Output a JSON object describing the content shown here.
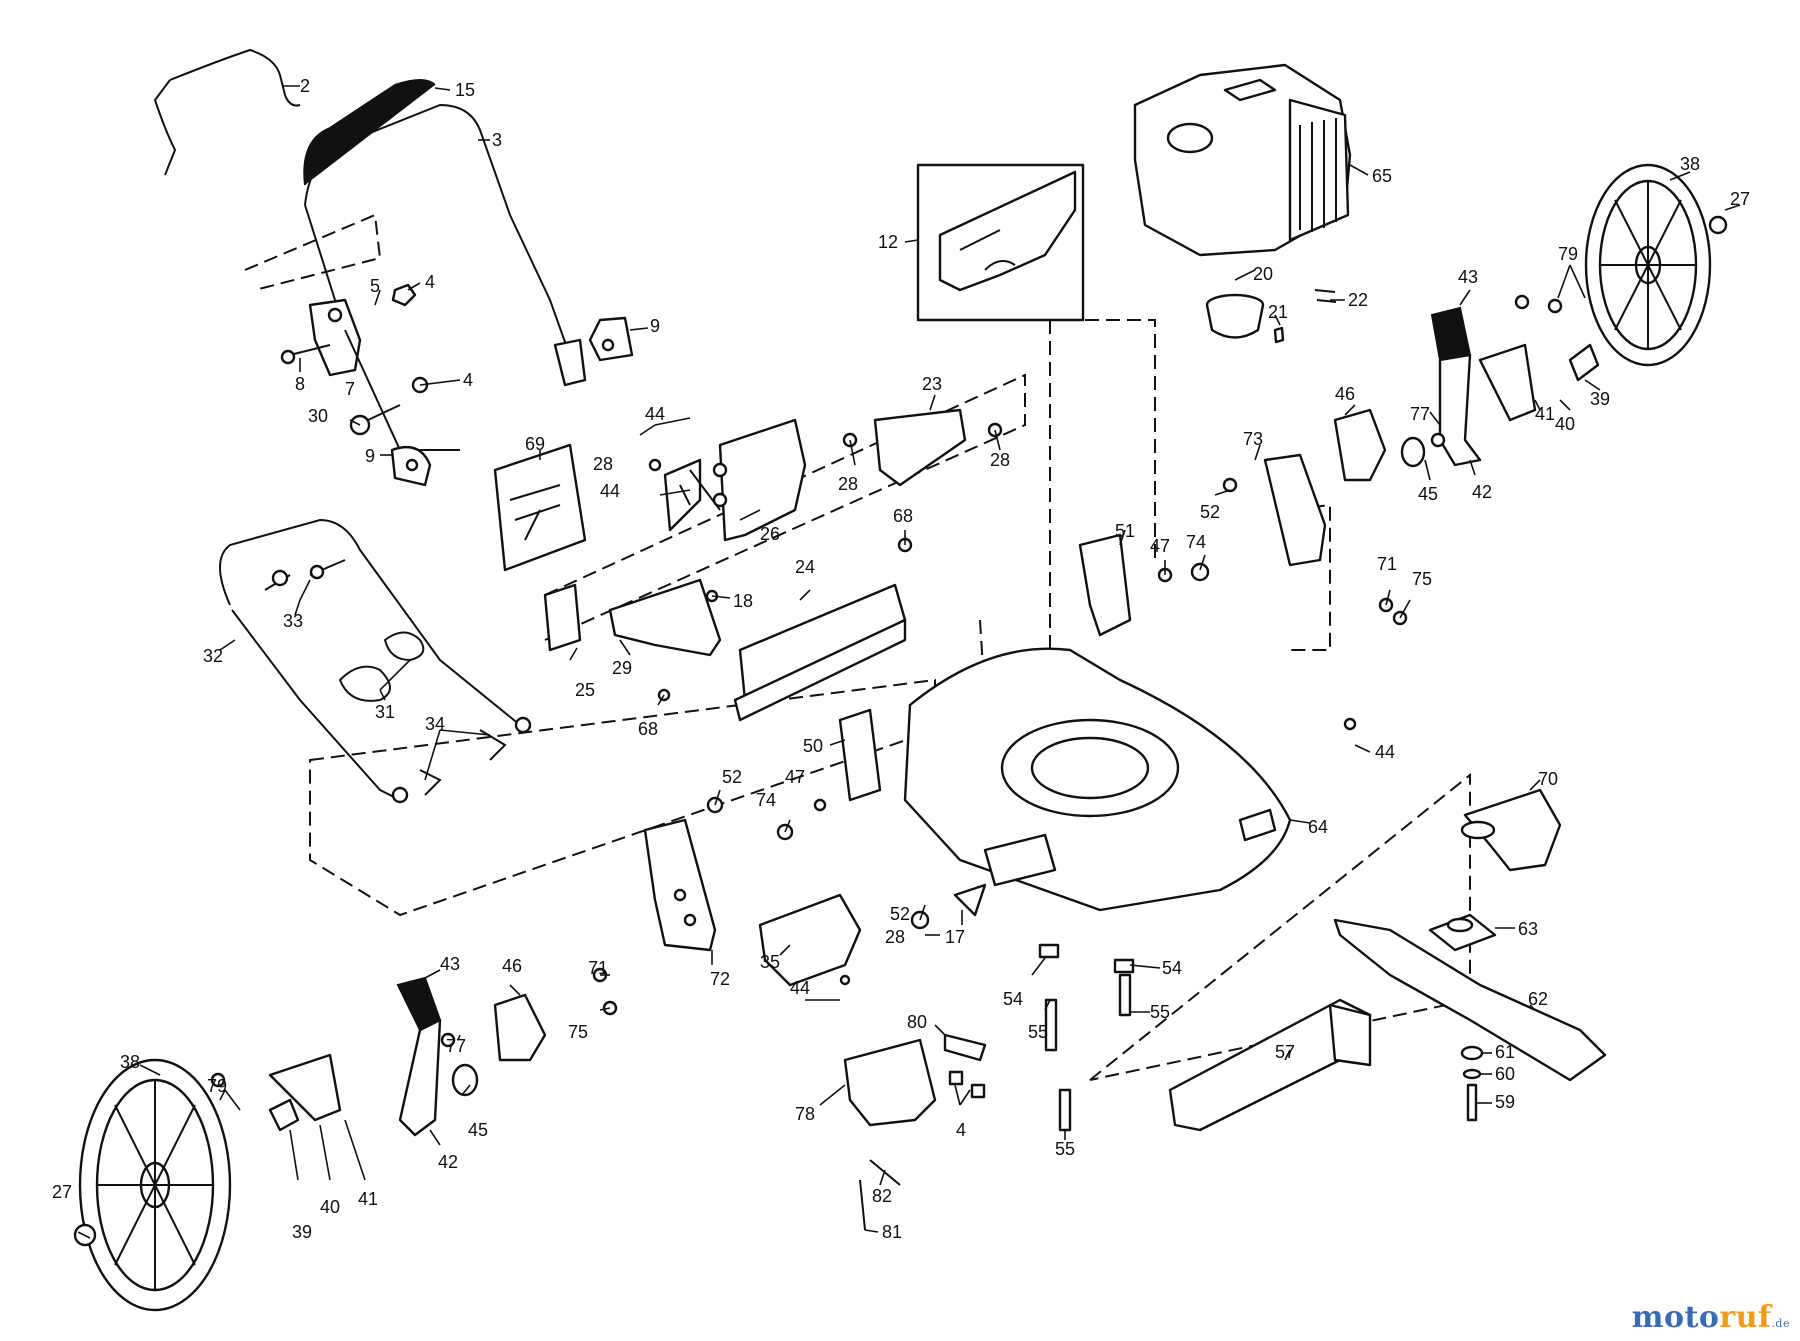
{
  "labels": {
    "p2": "2",
    "p15": "15",
    "p3": "3",
    "p5": "5",
    "p4a": "4",
    "p9a": "9",
    "p8": "8",
    "p7": "7",
    "p4b": "4",
    "p30": "30",
    "p9b": "9",
    "p12": "12",
    "p65": "65",
    "p38a": "38",
    "p27a": "27",
    "p20": "20",
    "p22": "22",
    "p21": "21",
    "p79a": "79",
    "p43a": "43",
    "p23": "23",
    "p44a": "44",
    "p69": "69",
    "p28a": "28",
    "p28b": "28",
    "p28c": "28",
    "p44b": "44",
    "p26": "26",
    "p46a": "46",
    "p73": "73",
    "p77a": "77",
    "p41a": "41",
    "p40a": "40",
    "p39a": "39",
    "p45a": "45",
    "p42a": "42",
    "p52a": "52",
    "p51": "51",
    "p47a": "47",
    "p74a": "74",
    "p68a": "68",
    "p24": "24",
    "p18": "18",
    "p71a": "71",
    "p75a": "75",
    "p32": "32",
    "p33": "33",
    "p31": "31",
    "p25": "25",
    "p29": "29",
    "p68b": "68",
    "p34": "34",
    "p50": "50",
    "p44c": "44",
    "p52b": "52",
    "p47b": "47",
    "p74b": "74",
    "p70": "70",
    "p64": "64",
    "p52c": "52",
    "p28d": "28",
    "p17": "17",
    "p63": "63",
    "p35": "35",
    "p72": "72",
    "p54a": "54",
    "p54b": "54",
    "p43b": "43",
    "p46b": "46",
    "p71b": "71",
    "p44d": "44",
    "p62": "62",
    "p55a": "55",
    "p55b": "55",
    "p75b": "75",
    "p80": "80",
    "p38b": "38",
    "p77b": "77",
    "p79b": "79",
    "p57": "57",
    "p61": "61",
    "p60": "60",
    "p59": "59",
    "p4c": "4",
    "p78": "78",
    "p45b": "45",
    "p42b": "42",
    "p55c": "55",
    "p27b": "27",
    "p82": "82",
    "p39b": "39",
    "p40b": "40",
    "p41b": "41",
    "p81": "81"
  },
  "watermark": {
    "part1": "moto",
    "part2": "ruf",
    "part3": ".de"
  }
}
